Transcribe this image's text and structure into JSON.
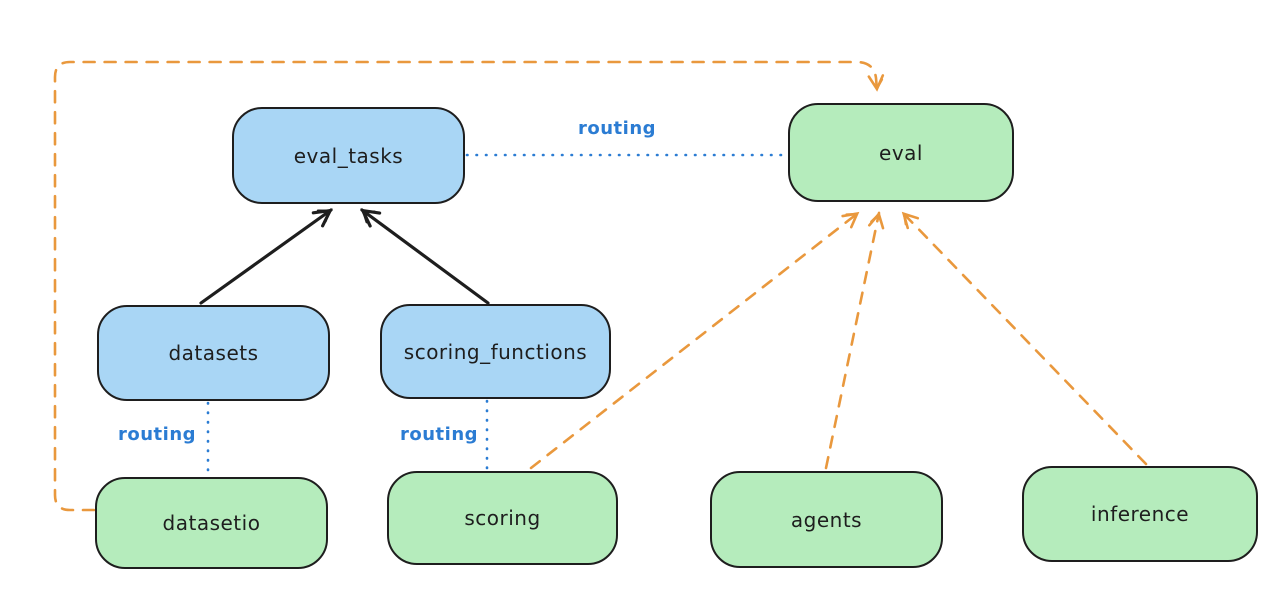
{
  "diagram": {
    "title": "",
    "colors": {
      "background": "#ffffff",
      "node_border": "#1e1e1e",
      "router_fill_blue": "#a9d6f5",
      "provider_fill_green": "#b5ecbc",
      "routing_blue": "#2b7cd3",
      "dependency_orange": "#e9983d",
      "solid_arrow_black": "#1e1e1e"
    },
    "nodes": {
      "eval_tasks": {
        "label": "eval_tasks",
        "color": "blue"
      },
      "eval": {
        "label": "eval",
        "color": "green"
      },
      "datasets": {
        "label": "datasets",
        "color": "blue"
      },
      "scoring_functions": {
        "label": "scoring_functions",
        "color": "blue"
      },
      "datasetio": {
        "label": "datasetio",
        "color": "green"
      },
      "scoring": {
        "label": "scoring",
        "color": "green"
      },
      "agents": {
        "label": "agents",
        "color": "green"
      },
      "inference": {
        "label": "inference",
        "color": "green"
      }
    },
    "edge_labels": {
      "routing_eval_tasks_eval": "routing",
      "routing_datasets_datasetio": "routing",
      "routing_scoring_functions_scoring": "routing"
    },
    "edges": [
      {
        "from": "datasets",
        "to": "eval_tasks",
        "style": "solid",
        "color": "black",
        "arrow": true,
        "label": ""
      },
      {
        "from": "scoring_functions",
        "to": "eval_tasks",
        "style": "solid",
        "color": "black",
        "arrow": true,
        "label": ""
      },
      {
        "from": "eval_tasks",
        "to": "eval",
        "style": "dotted",
        "color": "blue",
        "arrow": false,
        "label": "routing"
      },
      {
        "from": "datasets",
        "to": "datasetio",
        "style": "dotted",
        "color": "blue",
        "arrow": false,
        "label": "routing"
      },
      {
        "from": "scoring_functions",
        "to": "scoring",
        "style": "dotted",
        "color": "blue",
        "arrow": false,
        "label": "routing"
      },
      {
        "from": "datasetio",
        "to": "eval",
        "style": "dashed",
        "color": "orange",
        "arrow": true,
        "label": "",
        "route": "around-left-and-top"
      },
      {
        "from": "scoring",
        "to": "eval",
        "style": "dashed",
        "color": "orange",
        "arrow": true,
        "label": ""
      },
      {
        "from": "agents",
        "to": "eval",
        "style": "dashed",
        "color": "orange",
        "arrow": true,
        "label": ""
      },
      {
        "from": "inference",
        "to": "eval",
        "style": "dashed",
        "color": "orange",
        "arrow": true,
        "label": ""
      }
    ]
  }
}
